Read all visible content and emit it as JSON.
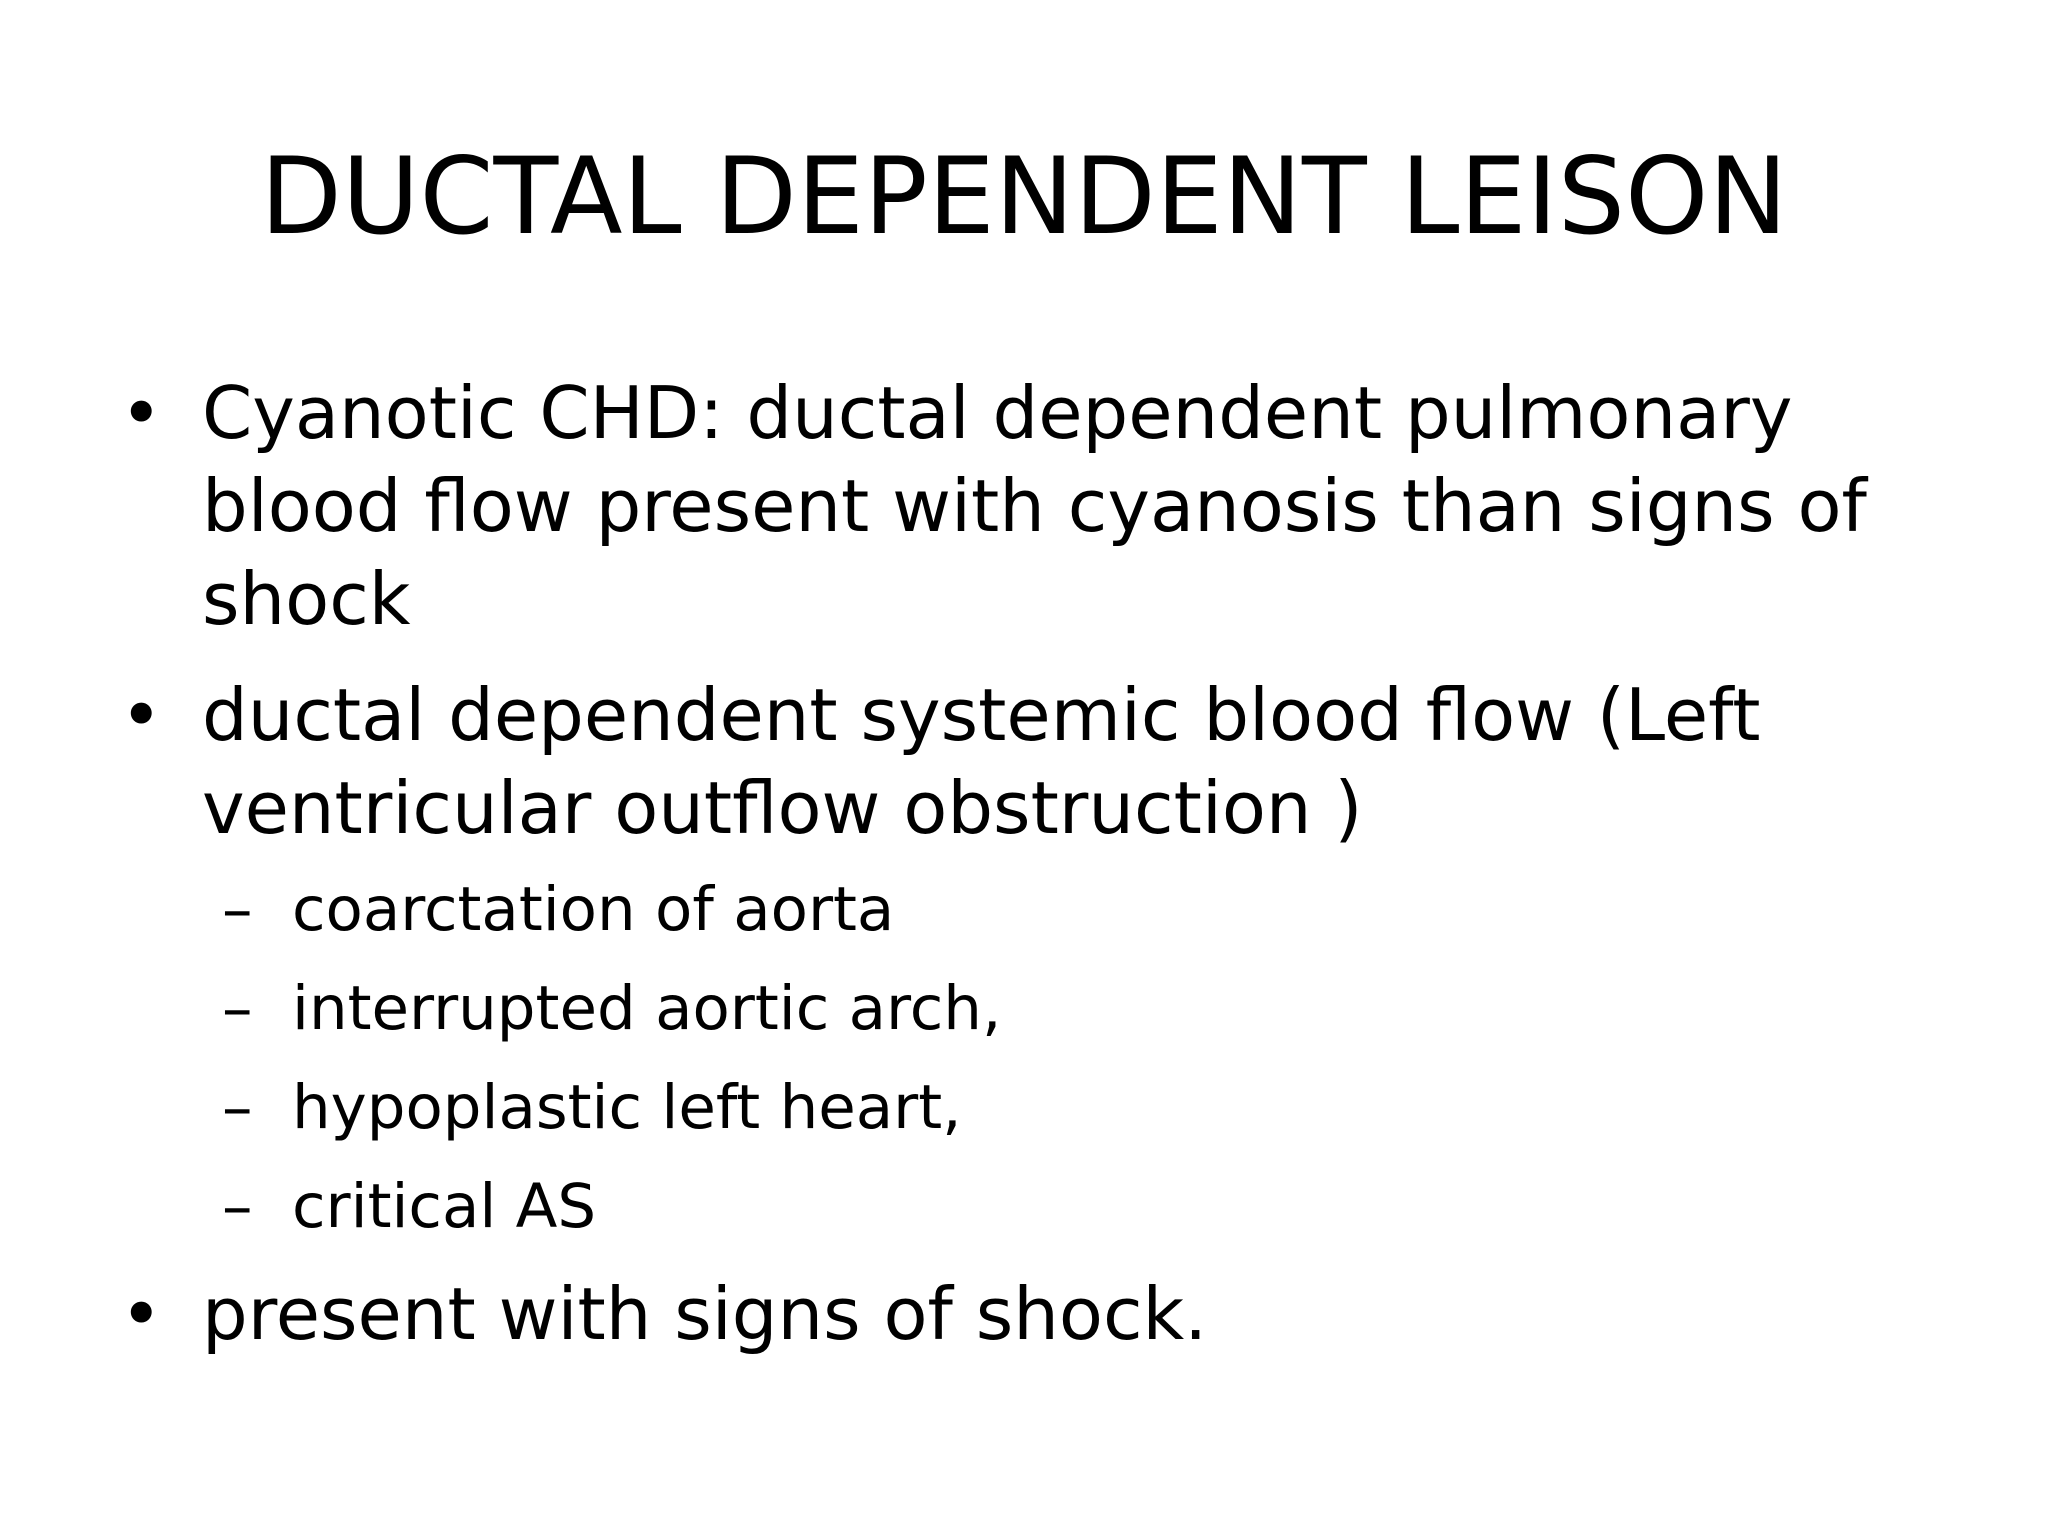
{
  "slide": {
    "title": "DUCTAL DEPENDENT LEISON",
    "bullet_marker": "•",
    "dash_marker": "–",
    "bullets": [
      {
        "lines": [
          "Cyanotic CHD: ductal dependent pulmonary",
          "blood flow present with cyanosis than signs of",
          "shock"
        ]
      },
      {
        "lines": [
          "ductal dependent systemic blood flow (Left",
          "ventricular outflow obstruction )"
        ],
        "subitems": [
          "coarctation of aorta",
          "interrupted aortic arch,",
          "hypoplastic left heart,",
          "critical AS"
        ]
      },
      {
        "lines": [
          "present with signs of shock."
        ]
      }
    ]
  }
}
